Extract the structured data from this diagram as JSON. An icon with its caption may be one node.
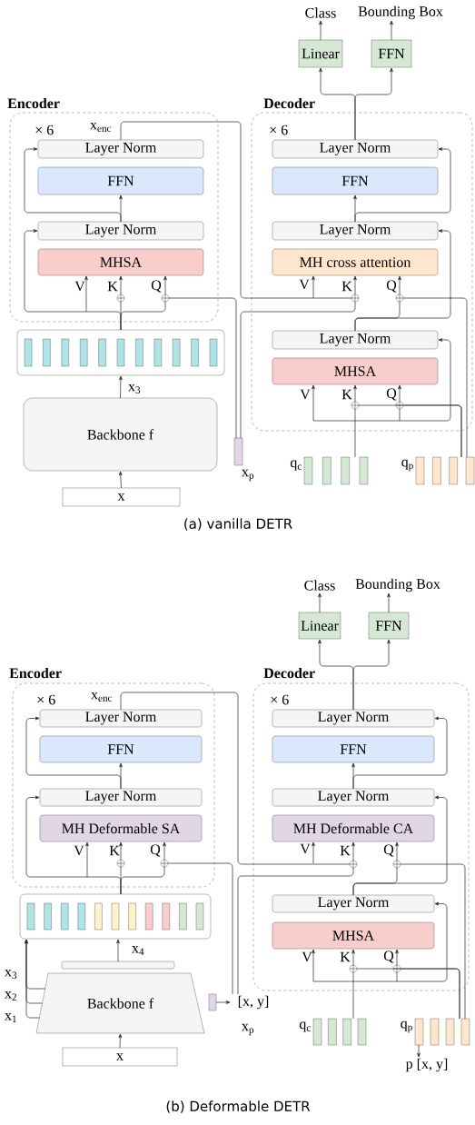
{
  "diagram": {
    "nodes": [
      {
        "text": [
          "Encoder",
          "× 6"
        ]
      },
      {
        "text": [
          "Layer Norm"
        ],
        "in": 0
      },
      {
        "text": [
          "FFN"
        ],
        "in": 0
      },
      {
        "text": [
          "Layer Norm"
        ],
        "in": 0
      },
      {
        "text": [
          "MHSA"
        ],
        "in": 0
      },
      {
        "text": [],
        "shape": "circle",
        "in": 0
      },
      {
        "text": [],
        "shape": "circle",
        "in": 0
      },
      {
        "text": [],
        "shape": "box"
      },
      {
        "text": [
          "Backbone f"
        ]
      },
      {
        "text": [
          "x"
        ]
      },
      {
        "text": [],
        "shape": "bar",
        "beside": [
          "x$_{p}$"
        ]
      },
      {
        "text": [
          "Decoder",
          "× 6"
        ]
      },
      {
        "text": [
          "Layer Norm"
        ],
        "in": 11
      },
      {
        "text": [
          "FFN"
        ],
        "in": 11
      },
      {
        "text": [
          "Layer Norm"
        ],
        "in": 11
      },
      {
        "text": [
          "MH cross attention"
        ],
        "in": 11
      },
      {
        "text": [],
        "shape": "circle",
        "in": 11
      },
      {
        "text": [],
        "shape": "circle",
        "in": 11
      },
      {
        "text": [
          "Layer Norm"
        ],
        "in": 11
      },
      {
        "text": [
          "MHSA"
        ],
        "in": 11
      },
      {
        "text": [],
        "shape": "circle",
        "in": 11
      },
      {
        "text": [],
        "shape": "circle",
        "in": 11
      },
      {
        "text": [
          "Linear"
        ]
      },
      {
        "text": [
          "FFN"
        ]
      },
      {
        "text": [
          "Class"
        ]
      },
      {
        "text": [
          "Bounding Box"
        ]
      },
      {
        "text": [],
        "shape": "bar",
        "beside": [
          "q$_{c}$"
        ]
      },
      {
        "text": [],
        "shape": "bar",
        "beside": [
          "q$_{p}$"
        ]
      },
      {
        "text": [
          "Encoder",
          "× 6"
        ]
      },
      {
        "text": [
          "Layer Norm"
        ],
        "in": 28
      },
      {
        "text": [
          "FFN"
        ],
        "in": 28
      },
      {
        "text": [
          "Layer Norm"
        ],
        "in": 28
      },
      {
        "text": [
          "MH Deformable SA"
        ],
        "in": 28
      },
      {
        "text": [],
        "shape": "circle",
        "in": 28
      },
      {
        "text": [],
        "shape": "circle",
        "in": 28
      },
      {
        "text": [],
        "shape": "box"
      },
      {
        "text": [],
        "shape": "bar"
      },
      {
        "text": [
          "Backbone f"
        ]
      },
      {
        "text": [
          "x"
        ]
      },
      {
        "text": [],
        "shape": "bar"
      },
      {
        "text": [
          "[x, y]"
        ]
      },
      {
        "text": [
          "Decoder",
          "× 6"
        ]
      },
      {
        "text": [
          "Layer Norm"
        ],
        "in": 41
      },
      {
        "text": [
          "FFN"
        ],
        "in": 41
      },
      {
        "text": [
          "Layer Norm"
        ],
        "in": 41
      },
      {
        "text": [
          "MH Deformable CA"
        ],
        "in": 41
      },
      {
        "text": [],
        "shape": "circle",
        "in": 41
      },
      {
        "text": [],
        "shape": "circle",
        "in": 41
      },
      {
        "text": [
          "Layer Norm"
        ],
        "in": 41
      },
      {
        "text": [
          "MHSA"
        ],
        "in": 41
      },
      {
        "text": [],
        "shape": "circle",
        "in": 41
      },
      {
        "text": [],
        "shape": "circle",
        "in": 41
      },
      {
        "text": [
          "Linear"
        ]
      },
      {
        "text": [
          "FFN"
        ]
      },
      {
        "text": [
          "Class"
        ]
      },
      {
        "text": [
          "Bounding Box"
        ]
      },
      {
        "text": [],
        "shape": "bar",
        "beside": [
          "q$_{c}$"
        ]
      },
      {
        "text": [],
        "shape": "bar",
        "beside": [
          "q$_{p}$"
        ]
      },
      {
        "text": [
          "p [x, y]"
        ]
      }
    ],
    "edges": [
      {
        "from": 9,
        "to": 8,
        "arrow": "to"
      },
      {
        "from": 8,
        "to": 7,
        "arrow": "to",
        "label": "x$_{3}$"
      },
      {
        "from": 7,
        "to": 5,
        "arrow": "none"
      },
      {
        "from": 5,
        "to": 4,
        "arrow": "to"
      },
      {
        "from": 6,
        "to": 4,
        "arrow": "to"
      },
      {
        "from": null,
        "to": 4,
        "arrow": "to"
      },
      {
        "from": 7,
        "to": 6,
        "arrow": "none"
      },
      {
        "from": 7,
        "to": 3,
        "arrow": "to"
      },
      {
        "from": 3,
        "to": 2,
        "arrow": "to"
      },
      {
        "from": 3,
        "to": 1,
        "arrow": "to"
      },
      {
        "from": 1,
        "to": 16,
        "arrow": "none",
        "label": "x$_{enc}$"
      },
      {
        "from": 10,
        "to": 6,
        "arrow": "none"
      },
      {
        "from": 10,
        "to": 16,
        "arrow": "none"
      },
      {
        "from": 16,
        "to": 15,
        "arrow": "to"
      },
      {
        "from": 17,
        "to": 15,
        "arrow": "to"
      },
      {
        "from": null,
        "to": 15,
        "arrow": "to"
      },
      {
        "from": 18,
        "to": 17,
        "arrow": "none"
      },
      {
        "from": 18,
        "to": 14,
        "arrow": "to"
      },
      {
        "from": 27,
        "to": 17,
        "arrow": "none"
      },
      {
        "from": 14,
        "to": 13,
        "arrow": "to"
      },
      {
        "from": 14,
        "to": 12,
        "arrow": "to"
      },
      {
        "from": 12,
        "to": 22,
        "arrow": "to"
      },
      {
        "from": 12,
        "to": 23,
        "arrow": "to"
      },
      {
        "from": 22,
        "to": 24,
        "arrow": "to"
      },
      {
        "from": 23,
        "to": 25,
        "arrow": "to"
      },
      {
        "from": 26,
        "to": 20,
        "arrow": "none"
      },
      {
        "from": 20,
        "to": 19,
        "arrow": "to"
      },
      {
        "from": 21,
        "to": 19,
        "arrow": "to"
      },
      {
        "from": null,
        "to": 19,
        "arrow": "to"
      },
      {
        "from": 27,
        "to": 20,
        "arrow": "none"
      },
      {
        "from": 27,
        "to": 21,
        "arrow": "none"
      },
      {
        "from": null,
        "to": 18,
        "arrow": "to"
      },
      {
        "from": 38,
        "to": 37,
        "arrow": "to"
      },
      {
        "from": 37,
        "to": 35,
        "arrow": "to",
        "label": "x$_{3}$"
      },
      {
        "from": 37,
        "to": 35,
        "arrow": "to",
        "label": "x$_{2}$"
      },
      {
        "from": 37,
        "to": 35,
        "arrow": "to",
        "label": "x$_{1}$"
      },
      {
        "from": 36,
        "to": 35,
        "arrow": "to",
        "label": "x$_{4}$"
      },
      {
        "from": 35,
        "to": 33,
        "arrow": "none"
      },
      {
        "from": 33,
        "to": 32,
        "arrow": "to"
      },
      {
        "from": 34,
        "to": 32,
        "arrow": "to"
      },
      {
        "from": null,
        "to": 32,
        "arrow": "to"
      },
      {
        "from": 35,
        "to": 34,
        "arrow": "none"
      },
      {
        "from": 35,
        "to": 31,
        "arrow": "to"
      },
      {
        "from": 31,
        "to": 30,
        "arrow": "to"
      },
      {
        "from": 31,
        "to": 29,
        "arrow": "to"
      },
      {
        "from": 29,
        "to": 46,
        "arrow": "none",
        "label": "x$_{enc}$"
      },
      {
        "from": 39,
        "to": 40,
        "arrow": "to"
      },
      {
        "from": 40,
        "to": 34,
        "arrow": "none"
      },
      {
        "from": 40,
        "to": 46,
        "arrow": "none"
      },
      {
        "from": 46,
        "to": 45,
        "arrow": "to"
      },
      {
        "from": 47,
        "to": 45,
        "arrow": "to"
      },
      {
        "from": null,
        "to": 45,
        "arrow": "to"
      },
      {
        "from": 48,
        "to": 47,
        "arrow": "none"
      },
      {
        "from": 48,
        "to": 44,
        "arrow": "to"
      },
      {
        "from": 57,
        "to": 47,
        "arrow": "none"
      },
      {
        "from": 44,
        "to": 43,
        "arrow": "to"
      },
      {
        "from": 44,
        "to": 42,
        "arrow": "to"
      },
      {
        "from": 42,
        "to": 52,
        "arrow": "to"
      },
      {
        "from": 42,
        "to": 53,
        "arrow": "to"
      },
      {
        "from": 52,
        "to": 54,
        "arrow": "to"
      },
      {
        "from": 53,
        "to": 55,
        "arrow": "to"
      },
      {
        "from": 56,
        "to": 50,
        "arrow": "none"
      },
      {
        "from": 50,
        "to": 49,
        "arrow": "to"
      },
      {
        "from": 51,
        "to": 49,
        "arrow": "to"
      },
      {
        "from": null,
        "to": 49,
        "arrow": "to"
      },
      {
        "from": 57,
        "to": 50,
        "arrow": "none"
      },
      {
        "from": 57,
        "to": 51,
        "arrow": "none"
      },
      {
        "from": null,
        "to": 48,
        "arrow": "to"
      },
      {
        "from": 57,
        "to": 58,
        "arrow": "to"
      },
      {
        "from": null,
        "to": 21,
        "arrow": "none"
      },
      {
        "from": null,
        "to": 51,
        "arrow": "none"
      }
    ],
    "labels": [
      "V",
      "K",
      "Q",
      "V",
      "K",
      "Q",
      "V",
      "K",
      "Q",
      "(a) vanilla DETR",
      "V",
      "K",
      "Q",
      "V",
      "K",
      "Q",
      "V",
      "K",
      "Q",
      "x$_{p}$",
      "(b) Deformable DETR"
    ]
  }
}
